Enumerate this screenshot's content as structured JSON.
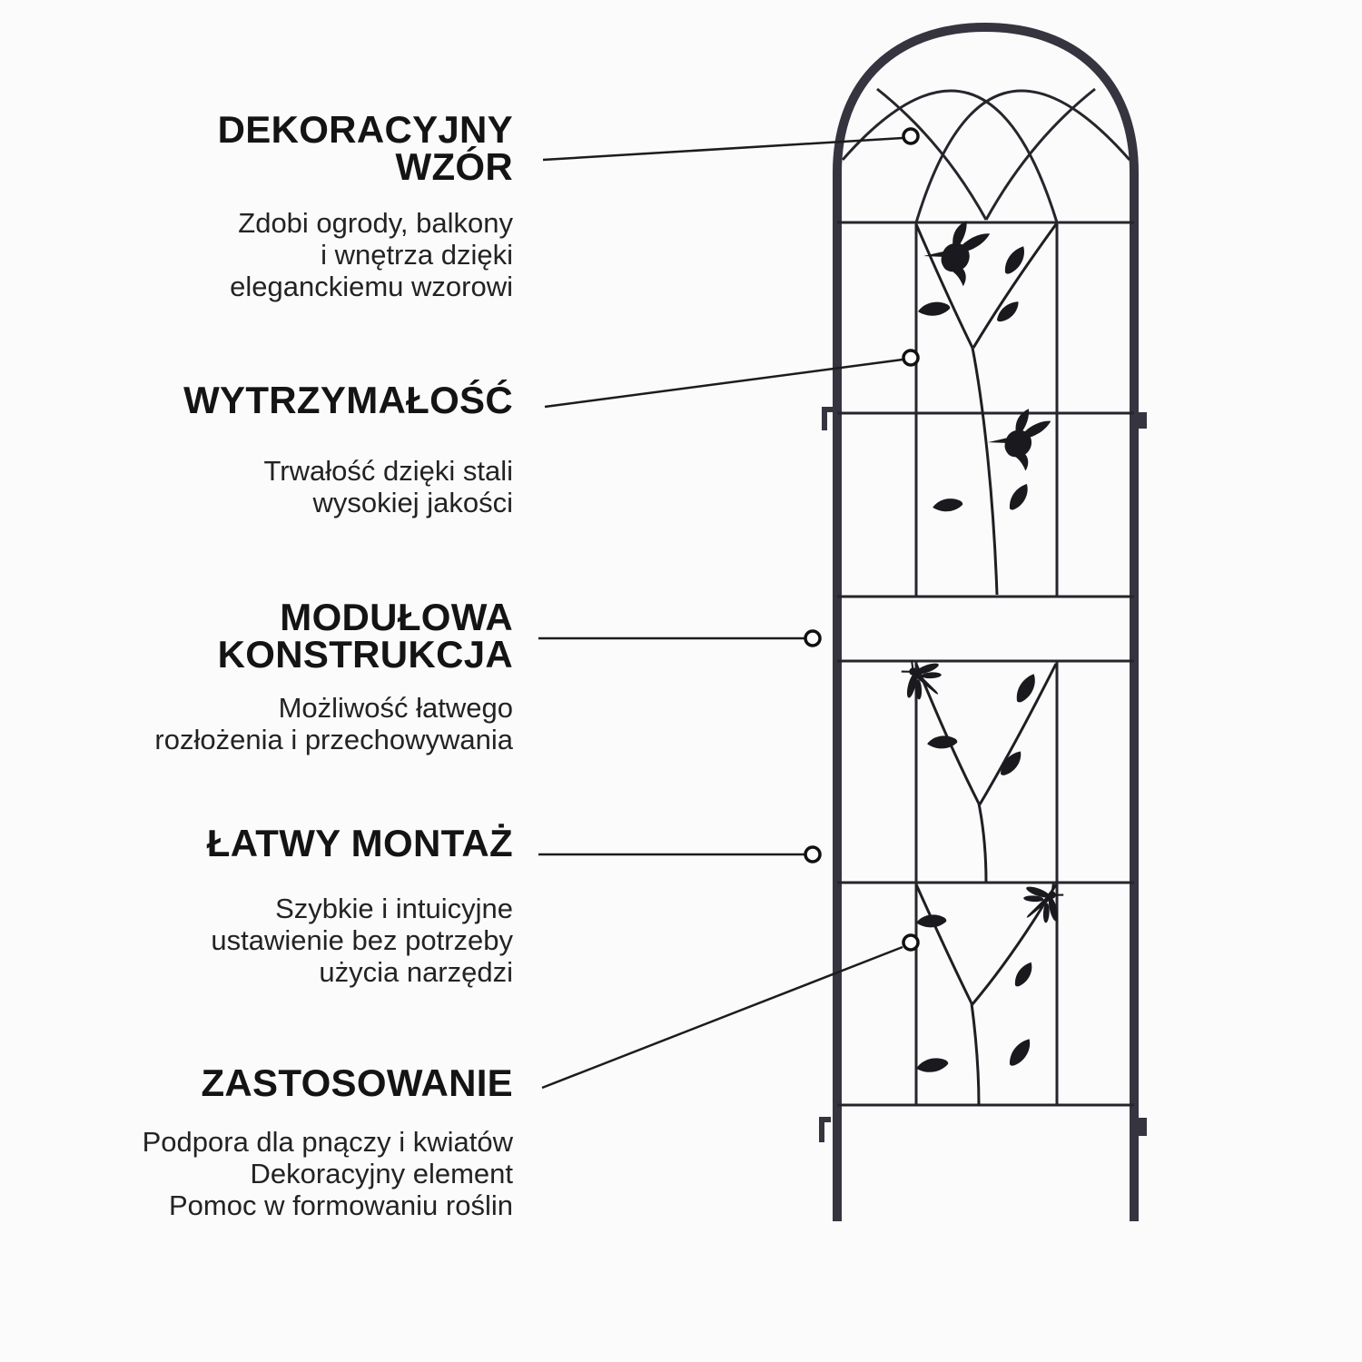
{
  "page": {
    "language": "pl",
    "background_color": "#fbfbfb"
  },
  "colors": {
    "frame": "#35343f",
    "wire": "#27252c",
    "silhouette": "#1a191d",
    "callout_line": "#1c1c1c",
    "marker_fill": "#ffffff",
    "marker_stroke": "#111111",
    "title_text": "#141414",
    "body_text": "#232323"
  },
  "illustration": {
    "subject": "garden-trellis",
    "decorations": [
      "hummingbird",
      "hummingbird",
      "dragonfly",
      "dragonfly",
      "leaf-vine"
    ]
  },
  "features": [
    {
      "title": "DEKORACYJNY\nWZÓR",
      "description": "Zdobi ogrody, balkony\ni wnętrza dzięki\neleganckiemu wzorowi"
    },
    {
      "title": "WYTRZYMAŁOŚĆ",
      "description": "Trwałość dzięki stali\nwysokiej jakości"
    },
    {
      "title": "MODUŁOWA\nKONSTRUKCJA",
      "description": "Możliwość łatwego\nrozłożenia i przechowywania"
    },
    {
      "title": "ŁATWY MONTAŻ",
      "description": "Szybkie i intuicyjne\nustawienie bez potrzeby\nużycia narzędzi"
    },
    {
      "title": "ZASTOSOWANIE",
      "description": "Podpora dla pnączy i kwiatów\nDekoracyjny element\nPomoc w formowaniu roślin"
    }
  ]
}
